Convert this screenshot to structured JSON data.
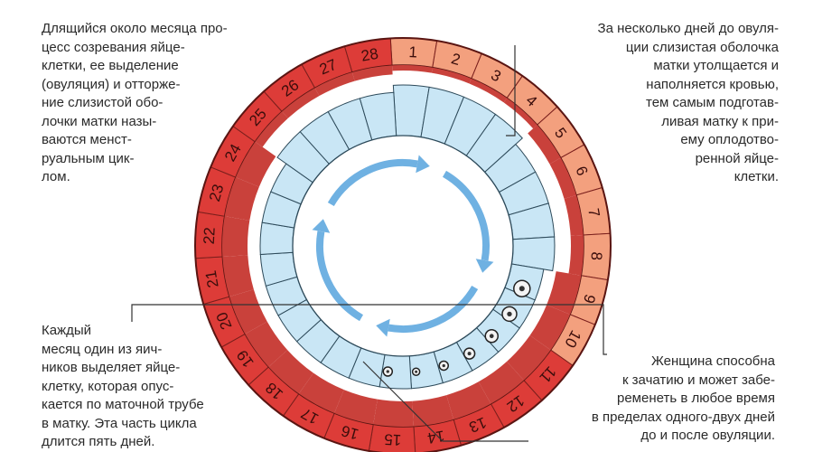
{
  "captions": {
    "top_left": [
      "Длящийся около месяца про-",
      "цесс   созревания   яйце-",
      "клетки,  ее  выделение",
      "(овуляция) и отторже-",
      "ние слизистой обо-",
      "лочки матки назы-",
      "ваются   менст-",
      "руальным цик-",
      "лом."
    ],
    "top_right": [
      "За несколько дней до овуля-",
      "ции  слизистая оболочка",
      "матки   утолщается   и",
      "наполняется   кровью,",
      "тем самым подготав-",
      "ливая матку к при-",
      "ему   оплодотво-",
      "ренной   яйце-",
      "клетки."
    ],
    "bottom_left": [
      "Каждый",
      "месяц  один  из  яич-",
      "ников выделяет яйце-",
      "клетку,   которая   опус-",
      "кается  по  маточной  трубе",
      "в  матку.  Эта  часть  цикла",
      "длится пять дней."
    ],
    "bottom_right": [
      "Женщина способна",
      "к зачатию и может забе-",
      "ременеть в любое время",
      "в пределах одного-двух дней",
      "до и после овуляции."
    ]
  },
  "cycle": {
    "day_labels": [
      "1",
      "2",
      "3",
      "4",
      "5",
      "6",
      "7",
      "8",
      "9",
      "10",
      "11",
      "12",
      "13",
      "14",
      "15",
      "16",
      "17",
      "18",
      "19",
      "20",
      "21",
      "22",
      "23",
      "24",
      "25",
      "26",
      "27",
      "28"
    ],
    "colors": {
      "ring_dark_red": "#dd3c38",
      "ring_light_red": "#f3a07e",
      "segment_blue": "#c9e6f5",
      "arrow_blue": "#6fb1e2",
      "tissue_red": "#c9413b"
    }
  }
}
